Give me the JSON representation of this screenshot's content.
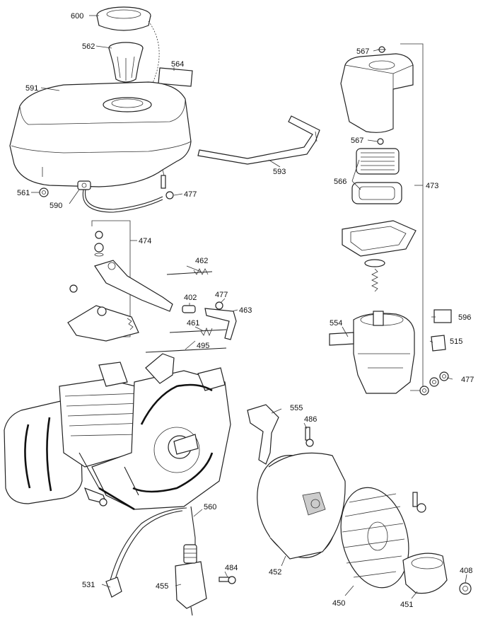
{
  "diagram": {
    "part_numbers": {
      "p600": "600",
      "p562": "562",
      "p564": "564",
      "p591": "591",
      "p561": "561",
      "p590": "590",
      "p477a": "477",
      "p593": "593",
      "p567a": "567",
      "p567b": "567",
      "p566": "566",
      "p473": "473",
      "p474": "474",
      "p462": "462",
      "p402": "402",
      "p477b": "477",
      "p463": "463",
      "p461": "461",
      "p495": "495",
      "p554": "554",
      "p596": "596",
      "p515": "515",
      "p477c": "477",
      "p555": "555",
      "p486": "486",
      "p560": "560",
      "p484": "484",
      "p531": "531",
      "p455": "455",
      "p452": "452",
      "p450": "450",
      "p451": "451",
      "p408": "408"
    }
  }
}
